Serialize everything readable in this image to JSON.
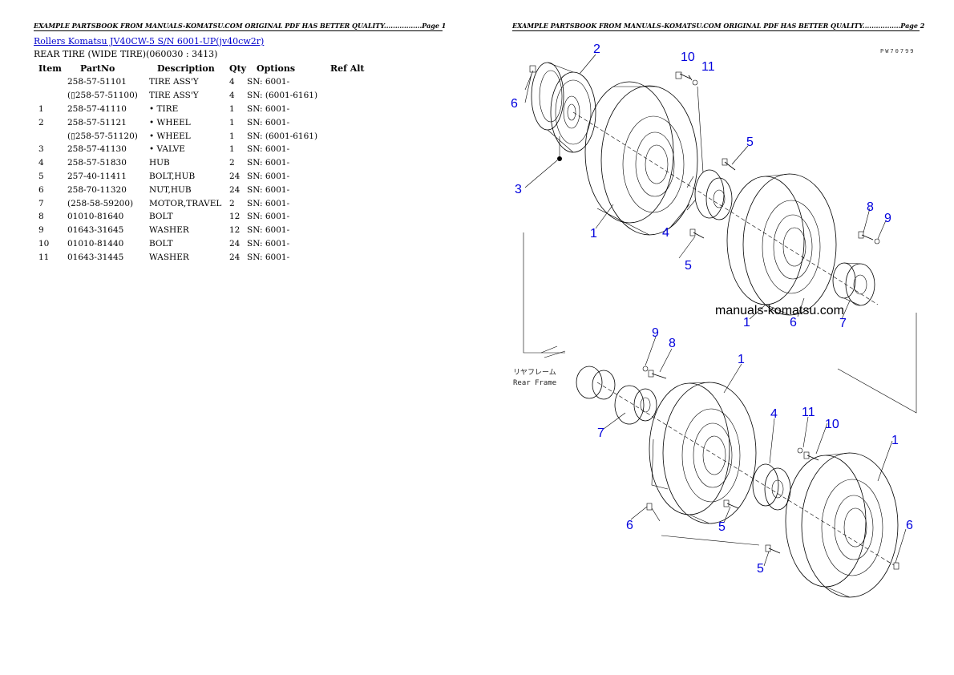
{
  "left_page": {
    "header": "EXAMPLE PARTSBOOK FROM MANUALS-KOMATSU.COM ORIGINAL PDF HAS BETTER QUALITY.................Page 1",
    "title_link": "Rollers Komatsu JV40CW-5 S/N 6001-UP(jv40cw2r)",
    "subtitle": "REAR TIRE (WIDE TIRE)(060030 : 3413)",
    "columns": [
      "Item",
      "PartNo",
      "Description",
      "Qty",
      "Options",
      "Ref Alt"
    ],
    "rows": [
      {
        "item": "",
        "part_no": "258-57-51101",
        "description": "TIRE ASS'Y",
        "qty": "4",
        "options": "SN: 6001-",
        "ref_alt": ""
      },
      {
        "item": "",
        "part_no": "(▯258-57-51100)",
        "description": "TIRE ASS'Y",
        "qty": "4",
        "options": "SN: (6001-6161)",
        "ref_alt": ""
      },
      {
        "item": "1",
        "part_no": "258-57-41110",
        "description": "• TIRE",
        "qty": "1",
        "options": "SN: 6001-",
        "ref_alt": ""
      },
      {
        "item": "2",
        "part_no": "258-57-51121",
        "description": "• WHEEL",
        "qty": "1",
        "options": "SN: 6001-",
        "ref_alt": ""
      },
      {
        "item": "",
        "part_no": "(▯258-57-51120)",
        "description": "• WHEEL",
        "qty": "1",
        "options": "SN: (6001-6161)",
        "ref_alt": ""
      },
      {
        "item": "3",
        "part_no": "258-57-41130",
        "description": "• VALVE",
        "qty": "1",
        "options": "SN: 6001-",
        "ref_alt": ""
      },
      {
        "item": "4",
        "part_no": "258-57-51830",
        "description": "HUB",
        "qty": "2",
        "options": "SN: 6001-",
        "ref_alt": ""
      },
      {
        "item": "5",
        "part_no": "257-40-11411",
        "description": "BOLT,HUB",
        "qty": "24",
        "options": "SN: 6001-",
        "ref_alt": ""
      },
      {
        "item": "6",
        "part_no": "258-70-11320",
        "description": "NUT,HUB",
        "qty": "24",
        "options": "SN: 6001-",
        "ref_alt": ""
      },
      {
        "item": "7",
        "part_no": "(258-58-59200)",
        "description": "MOTOR,TRAVEL",
        "qty": "2",
        "options": "SN: 6001-",
        "ref_alt": ""
      },
      {
        "item": "8",
        "part_no": "01010-81640",
        "description": "BOLT",
        "qty": "12",
        "options": "SN: 6001-",
        "ref_alt": ""
      },
      {
        "item": "9",
        "part_no": "01643-31645",
        "description": "WASHER",
        "qty": "12",
        "options": "SN: 6001-",
        "ref_alt": ""
      },
      {
        "item": "10",
        "part_no": "01010-81440",
        "description": "BOLT",
        "qty": "24",
        "options": "SN: 6001-",
        "ref_alt": ""
      },
      {
        "item": "11",
        "part_no": "01643-31445",
        "description": "WASHER",
        "qty": "24",
        "options": "SN: 6001-",
        "ref_alt": ""
      }
    ]
  },
  "right_page": {
    "header": "EXAMPLE PARTSBOOK FROM MANUALS-KOMATSU.COM ORIGINAL PDF HAS BETTER QUALITY.................Page 2",
    "drawing_code": "PW70799",
    "watermark": "manuals-komatsu.com",
    "frame_label_jp": "リヤフレーム",
    "frame_label": "Rear Frame",
    "callouts": [
      "2",
      "10",
      "11",
      "6",
      "5",
      "8",
      "9",
      "3",
      "1",
      "4",
      "5",
      "1",
      "6",
      "7",
      "9",
      "8",
      "1",
      "4",
      "11",
      "10",
      "1",
      "7",
      "6",
      "5",
      "6",
      "5"
    ]
  }
}
